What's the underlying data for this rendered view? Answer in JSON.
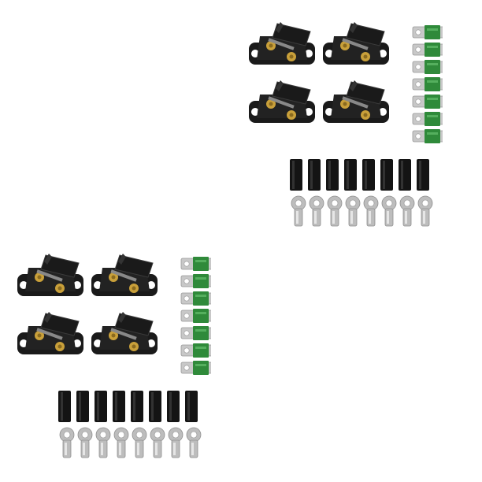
{
  "image": {
    "background": "#ffffff",
    "kits": [
      {
        "name": "kit-top",
        "holders": 4,
        "fuses": 7,
        "heat_shrink_tubes": 8,
        "ring_lugs": 8
      },
      {
        "name": "kit-bottom",
        "holders": 4,
        "fuses": 7,
        "heat_shrink_tubes": 8,
        "ring_lugs": 8
      }
    ],
    "colors": {
      "holder_body": "#1a1a1a",
      "holder_edge": "#3a3a3a",
      "brass_terminal": "#c9a03a",
      "fuse_green": "#2f8a3a",
      "fuse_metal": "#c8c8c8",
      "tube_black": "#141414",
      "lug_silver": "#bdbdbd"
    }
  }
}
